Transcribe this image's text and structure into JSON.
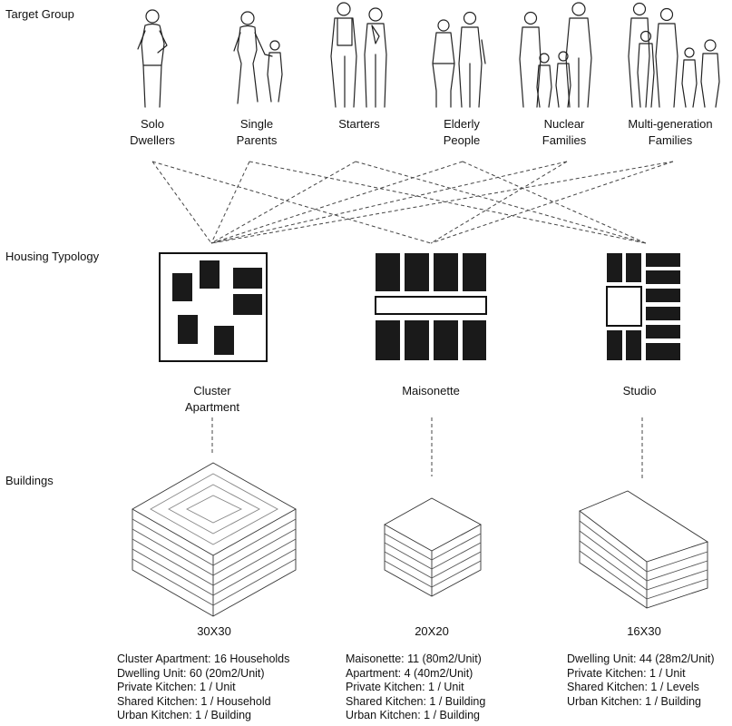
{
  "sections": {
    "target_group": "Target Group",
    "housing_typology": "Housing Typology",
    "buildings": "Buildings"
  },
  "target_groups": [
    {
      "label": "Solo\nDwellers",
      "icon": "single-person-figure-icon"
    },
    {
      "label": "Single\nParents",
      "icon": "parent-and-child-figure-icon"
    },
    {
      "label": "Starters",
      "icon": "couple-figure-icon"
    },
    {
      "label": "Elderly\nPeople",
      "icon": "elderly-couple-figure-icon"
    },
    {
      "label": "Nuclear\nFamilies",
      "icon": "nuclear-family-figure-icon"
    },
    {
      "label": "Multi-generation\nFamilies",
      "icon": "multi-generation-family-figure-icon"
    }
  ],
  "typologies": [
    {
      "label": "Cluster\nApartment",
      "icon": "cluster-apartment-plan-icon"
    },
    {
      "label": "Maisonette",
      "icon": "maisonette-plan-icon"
    },
    {
      "label": "Studio",
      "icon": "studio-plan-icon"
    }
  ],
  "buildings": [
    {
      "dimension": "30X30",
      "icon": "building-volume-30x30-icon",
      "specs": [
        "Cluster Apartment: 16 Households",
        "Dwelling Unit: 60 (20m2/Unit)",
        "Private Kitchen: 1 / Unit",
        "Shared Kitchen: 1 / Household",
        "Urban Kitchen: 1 / Building"
      ]
    },
    {
      "dimension": "20X20",
      "icon": "building-volume-20x20-icon",
      "specs": [
        "Maisonette: 11 (80m2/Unit)",
        "Apartment: 4 (40m2/Unit)",
        "Private Kitchen: 1 / Unit",
        "Shared Kitchen: 1 / Building",
        "Urban Kitchen: 1 / Building"
      ]
    },
    {
      "dimension": "16X30",
      "icon": "building-volume-16x30-icon",
      "specs": [
        "Dwelling Unit: 44 (28m2/Unit)",
        "Private Kitchen: 1 / Unit",
        "Shared Kitchen: 1 / Levels",
        "Urban Kitchen: 1 / Building"
      ]
    }
  ],
  "colors": {
    "ink": "#111111",
    "line": "#555555",
    "fill": "#1a1a1a"
  }
}
